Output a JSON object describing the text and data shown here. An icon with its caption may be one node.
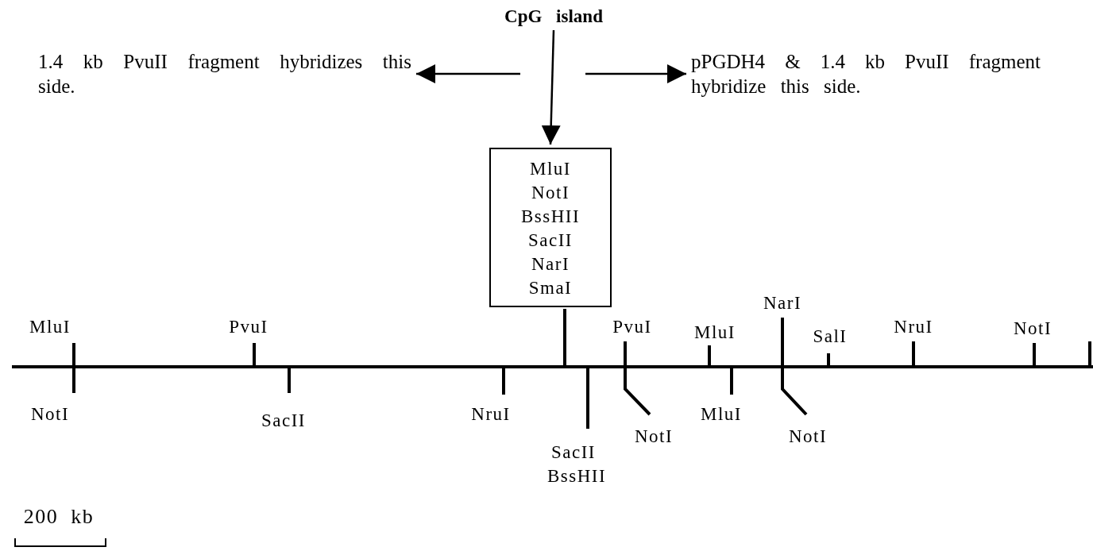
{
  "diagram": {
    "nodes": [
      {
        "text": [
          "CpG island"
        ]
      },
      {
        "text": [
          "1.4 kb PvuII fragment hybridizes this side."
        ]
      },
      {
        "text": [
          "pPGDH4 & 1.4 kb PvuII fragment hybridize this side."
        ]
      },
      {
        "text": [
          "MluI",
          "NotI",
          "BssHII",
          "SacII",
          "NarI",
          "SmaI"
        ]
      }
    ],
    "edges": [
      {
        "from": 0,
        "to": 3,
        "arrow": "to"
      },
      {
        "from": null,
        "to": 1,
        "arrow": "to"
      },
      {
        "from": null,
        "to": 2,
        "arrow": "to"
      }
    ],
    "labels": [
      "MluI",
      "PvuI",
      "PvuI",
      "MluI",
      "NarI",
      "SalI",
      "NruI",
      "NotI",
      "NotI",
      "SacII",
      "NruI",
      "SacII",
      "BssHII",
      "NotI",
      "MluI",
      "NotI",
      "200 kb"
    ]
  }
}
